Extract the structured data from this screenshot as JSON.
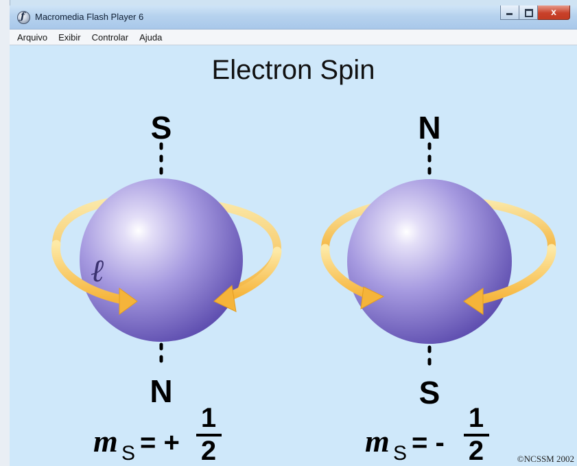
{
  "window": {
    "title": "Macromedia Flash Player 6",
    "controls": {
      "minimize": "minimize",
      "maximize": "maximize",
      "close": "x"
    }
  },
  "menu": [
    "Arquivo",
    "Exibir",
    "Controlar",
    "Ajuda"
  ],
  "content": {
    "title": "Electron Spin",
    "left": {
      "top_pole": "S",
      "bottom_pole": "N",
      "angular_symbol": "ℓ",
      "eq_m": "m",
      "eq_s": "S",
      "eq_sign": "= +",
      "eq_num": "1",
      "eq_den": "2"
    },
    "right": {
      "top_pole": "N",
      "bottom_pole": "S",
      "eq_m": "m",
      "eq_s": "S",
      "eq_sign": "= -",
      "eq_num": "1",
      "eq_den": "2"
    },
    "copyright": "©NCSSM 2002"
  },
  "colors": {
    "stage_bg": "#cfe8fa",
    "sphere": "#8a7bd0",
    "arrow": "#f5b43a",
    "text": "#111111"
  }
}
